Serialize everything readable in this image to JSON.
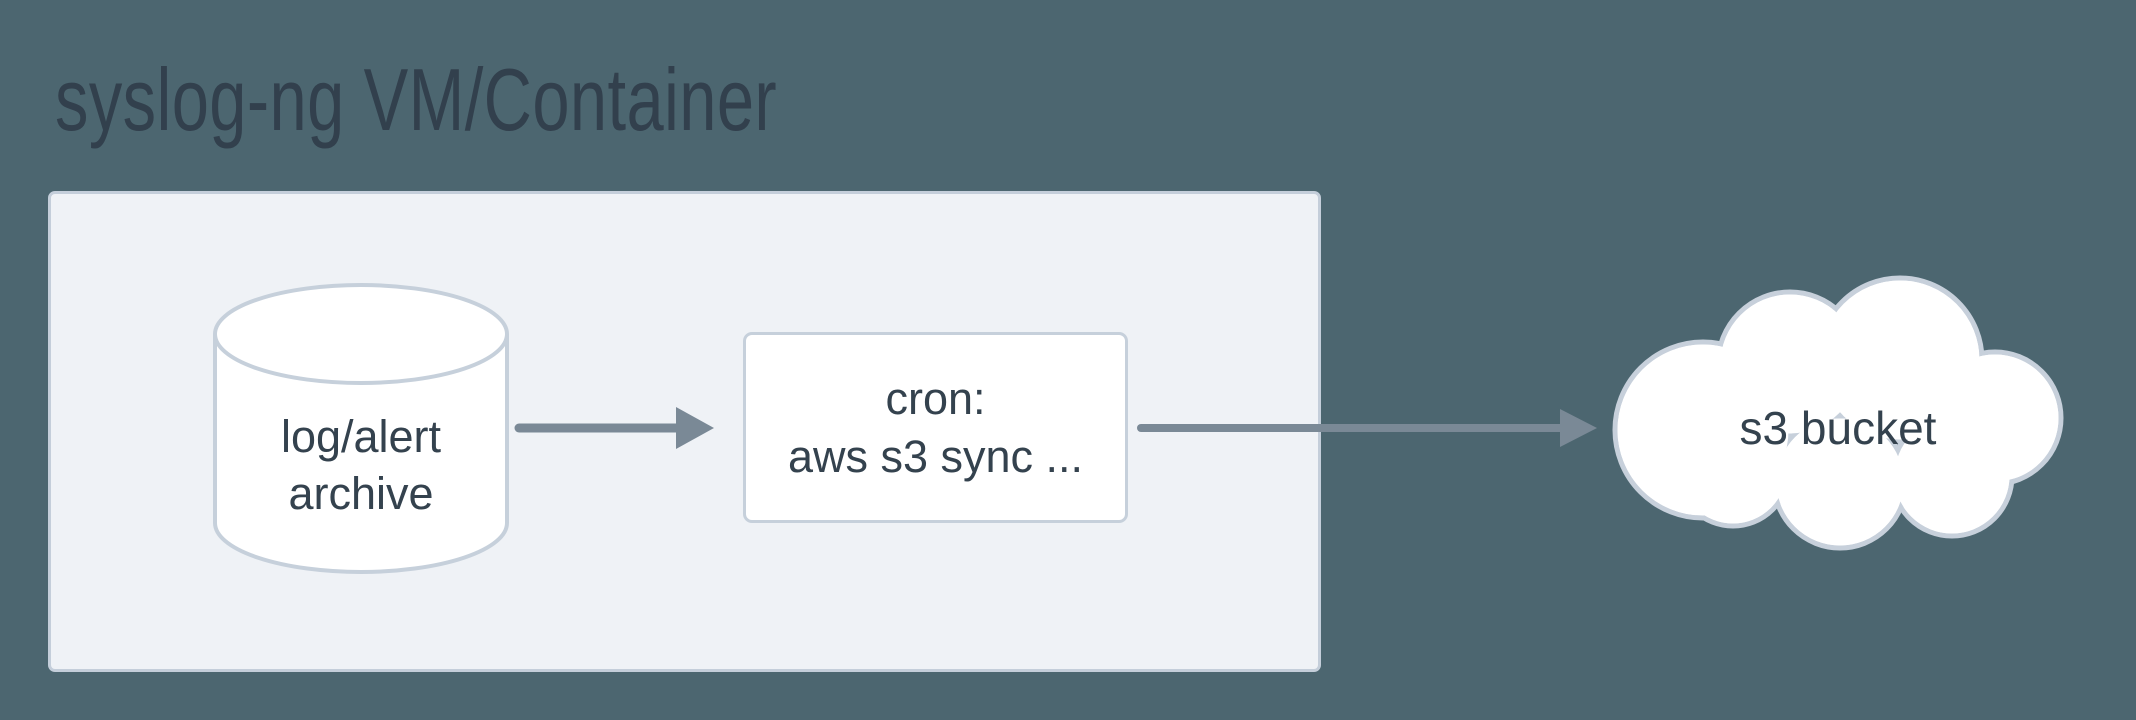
{
  "title": "syslog-ng VM/Container",
  "diagram": {
    "type": "flow",
    "nodes": [
      {
        "id": "log-archive",
        "shape": "database-cylinder",
        "lines": [
          "log/alert",
          "archive"
        ],
        "inside_container": true
      },
      {
        "id": "cron-job",
        "shape": "rounded-rectangle",
        "lines": [
          "cron:",
          "aws s3 sync ..."
        ],
        "inside_container": true
      },
      {
        "id": "s3-bucket",
        "shape": "cloud",
        "lines": [
          "s3 bucket"
        ],
        "inside_container": false
      }
    ],
    "edges": [
      {
        "from": "log-archive",
        "to": "cron-job",
        "style": "solid-arrow"
      },
      {
        "from": "cron-job",
        "to": "s3-bucket",
        "style": "solid-arrow"
      }
    ]
  },
  "colors": {
    "page_background": "#4C6670",
    "title_text": "#32404D",
    "container_fill": "#EFF2F6",
    "container_border": "#C4CEDA",
    "node_fill": "#FFFFFF",
    "node_border": "#C6D0DB",
    "node_text": "#34424E",
    "arrow": "#7A8996"
  }
}
